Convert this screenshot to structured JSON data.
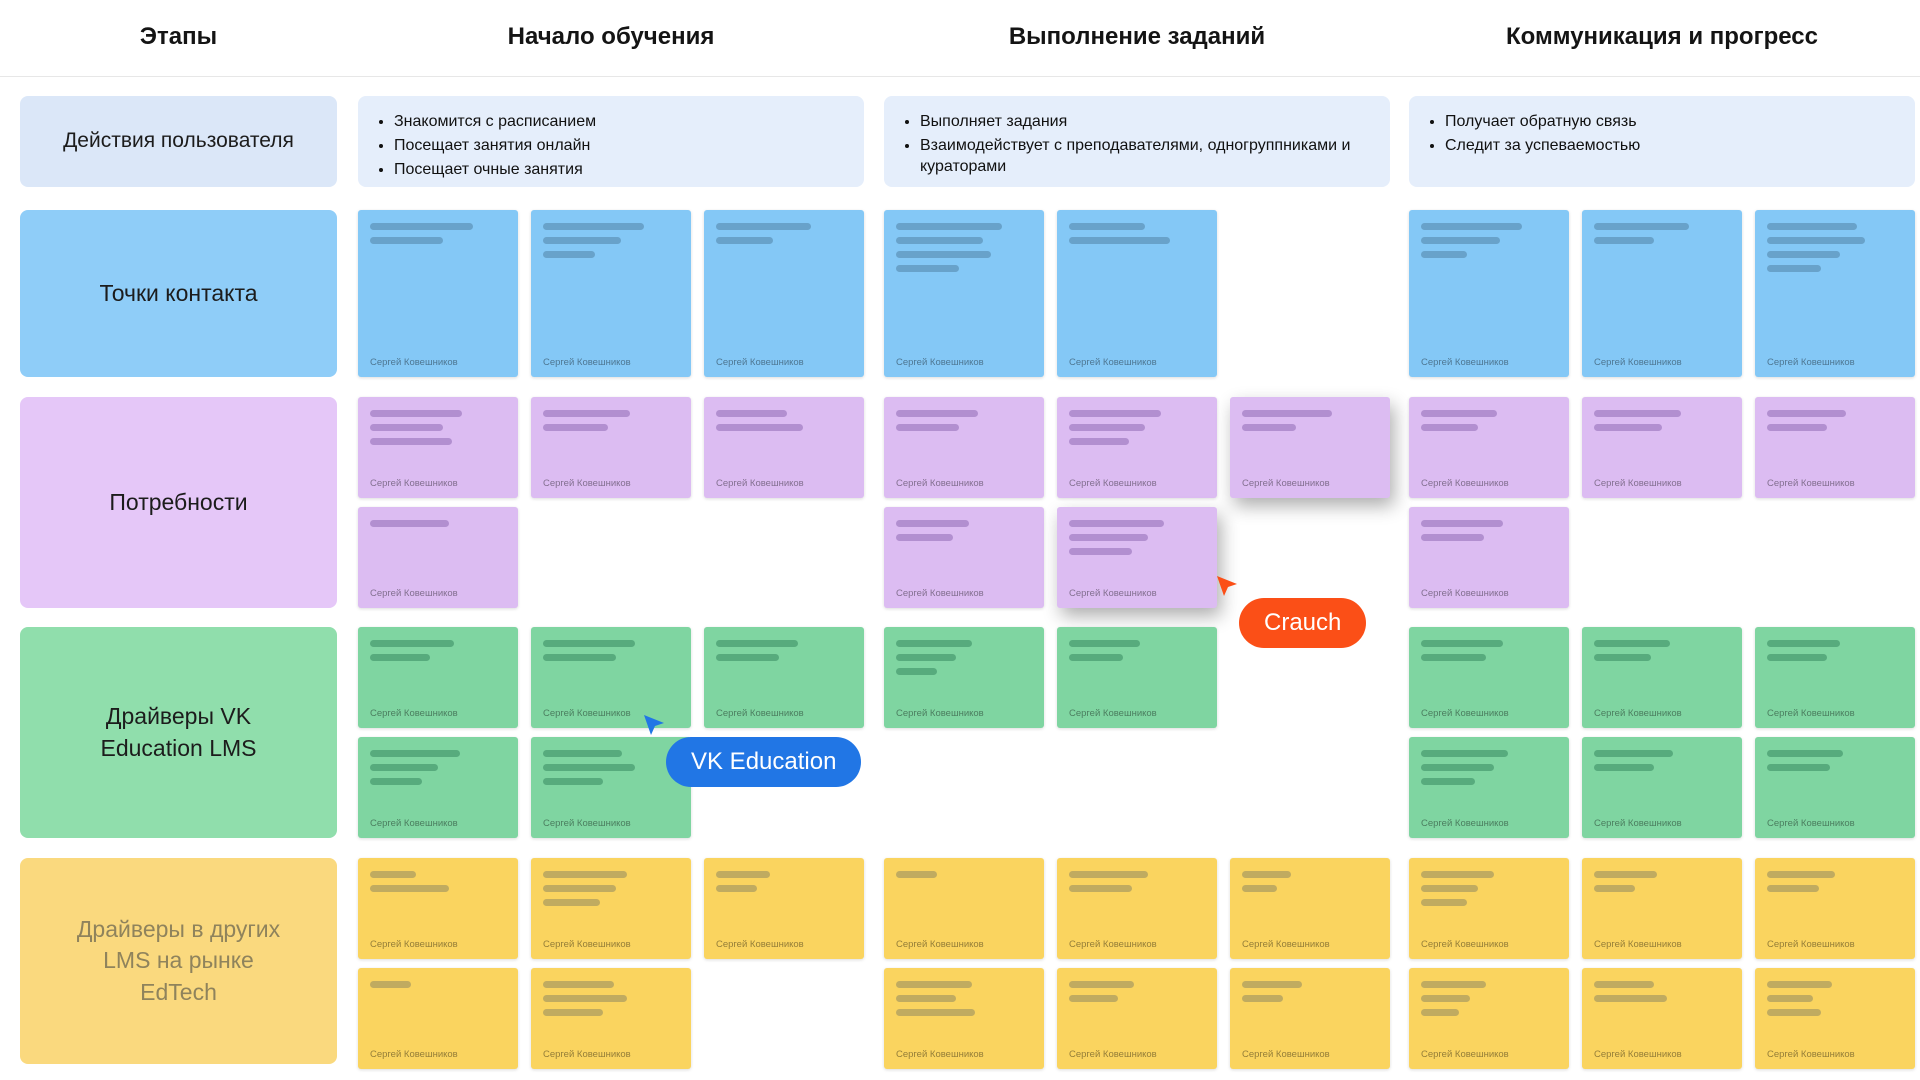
{
  "header": {
    "columns": [
      {
        "id": "stages",
        "label": "Этапы"
      },
      {
        "id": "start",
        "label": "Начало обучения"
      },
      {
        "id": "tasks",
        "label": "Выполнение заданий"
      },
      {
        "id": "progress",
        "label": "Коммуникация и прогресс"
      }
    ]
  },
  "row_labels": [
    {
      "id": "user-actions",
      "label": "Действия пользователя"
    },
    {
      "id": "touchpoints",
      "label": "Точки контакта"
    },
    {
      "id": "needs",
      "label": "Потребности"
    },
    {
      "id": "drivers-vk",
      "label": "Драйверы VK Education LMS"
    },
    {
      "id": "drivers-other",
      "label": "Драйверы в других LMS на рынке EdTech"
    }
  ],
  "user_actions": {
    "start": [
      "Знакомится с расписанием",
      "Посещает занятия онлайн",
      "Посещает очные занятия"
    ],
    "tasks": [
      "Выполняет задания",
      "Взаимодействует с преподавателями, одногруппниками и кураторами"
    ],
    "progress": [
      "Получает обратную связь",
      "Следит за успеваемостью"
    ]
  },
  "sticky_author": "Сергей Ковешников",
  "sticky_zones": [
    {
      "row": "touchpoints",
      "stage": "start",
      "stickies": [
        {
          "lines": [
            76,
            54
          ]
        },
        {
          "lines": [
            74,
            57,
            38
          ]
        },
        {
          "lines": [
            70,
            42
          ]
        }
      ]
    },
    {
      "row": "touchpoints",
      "stage": "tasks",
      "stickies": [
        {
          "lines": [
            78,
            64,
            70,
            46
          ]
        },
        {
          "lines": [
            56,
            74
          ]
        }
      ]
    },
    {
      "row": "touchpoints",
      "stage": "progress",
      "stickies": [
        {
          "lines": [
            74,
            58,
            34
          ]
        },
        {
          "lines": [
            70,
            44
          ]
        },
        {
          "lines": [
            66,
            72,
            54,
            40
          ]
        }
      ]
    },
    {
      "row": "needs",
      "stage": "start",
      "stickies": [
        {
          "lines": [
            68,
            54,
            60
          ]
        },
        {
          "lines": [
            64,
            48
          ]
        },
        {
          "lines": [
            52,
            64
          ]
        },
        {
          "lines": [
            58
          ]
        }
      ]
    },
    {
      "row": "needs",
      "stage": "tasks",
      "stickies": [
        {
          "lines": [
            60,
            46
          ]
        },
        {
          "lines": [
            68,
            56,
            44
          ]
        },
        {
          "lines": [
            66,
            40
          ],
          "lifted": true
        },
        {
          "lines": [
            54,
            42
          ]
        },
        {
          "lines": [
            70,
            58,
            46
          ],
          "lifted": true
        }
      ]
    },
    {
      "row": "needs",
      "stage": "progress",
      "stickies": [
        {
          "lines": [
            56,
            42
          ]
        },
        {
          "lines": [
            64,
            50
          ]
        },
        {
          "lines": [
            58,
            44
          ]
        },
        {
          "lines": [
            60,
            46
          ]
        }
      ]
    },
    {
      "row": "drivers-vk",
      "stage": "start",
      "stickies": [
        {
          "lines": [
            62,
            44
          ]
        },
        {
          "lines": [
            68,
            54
          ]
        },
        {
          "lines": [
            60,
            46
          ]
        },
        {
          "lines": [
            66,
            50,
            38
          ]
        },
        {
          "lines": [
            58,
            68,
            44
          ]
        }
      ]
    },
    {
      "row": "drivers-vk",
      "stage": "tasks",
      "stickies": [
        {
          "lines": [
            56,
            44,
            30
          ]
        },
        {
          "lines": [
            52,
            40
          ]
        }
      ]
    },
    {
      "row": "drivers-vk",
      "stage": "progress",
      "stickies": [
        {
          "lines": [
            60,
            48
          ]
        },
        {
          "lines": [
            56,
            42
          ]
        },
        {
          "lines": [
            54,
            44
          ]
        },
        {
          "lines": [
            64,
            54,
            40
          ]
        },
        {
          "lines": [
            58,
            44
          ]
        },
        {
          "lines": [
            56,
            46
          ]
        }
      ]
    },
    {
      "row": "drivers-other",
      "stage": "start",
      "stickies": [
        {
          "lines": [
            34,
            58
          ]
        },
        {
          "lines": [
            62,
            54,
            42
          ]
        },
        {
          "lines": [
            40,
            30
          ]
        },
        {
          "lines": [
            30
          ]
        },
        {
          "lines": [
            52,
            62,
            44
          ]
        }
      ]
    },
    {
      "row": "drivers-other",
      "stage": "tasks",
      "stickies": [
        {
          "lines": [
            30
          ]
        },
        {
          "lines": [
            58,
            46
          ]
        },
        {
          "lines": [
            36,
            26
          ]
        },
        {
          "lines": [
            56,
            44,
            58
          ]
        },
        {
          "lines": [
            48,
            36
          ]
        },
        {
          "lines": [
            44,
            30
          ]
        }
      ]
    },
    {
      "row": "drivers-other",
      "stage": "progress",
      "stickies": [
        {
          "lines": [
            54,
            42,
            34
          ]
        },
        {
          "lines": [
            46,
            30
          ]
        },
        {
          "lines": [
            50,
            38
          ]
        },
        {
          "lines": [
            48,
            36,
            28
          ]
        },
        {
          "lines": [
            44,
            54
          ]
        },
        {
          "lines": [
            48,
            34,
            40
          ]
        }
      ]
    }
  ],
  "cursors": [
    {
      "name": "Crauch",
      "color": "#FB4F17"
    },
    {
      "name": "VK Education",
      "color": "#2176E5"
    }
  ]
}
